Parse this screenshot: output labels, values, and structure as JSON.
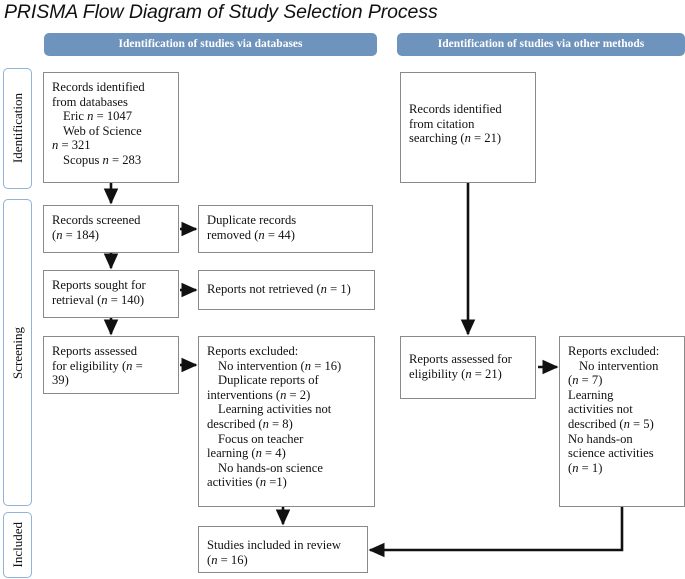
{
  "title": "PRISMA Flow Diagram of Study Selection Process",
  "colors": {
    "header_blue": "#6E93BC",
    "stage_border_blue": "#8FB3D9",
    "box_border": "#8a8a8a",
    "arrow": "#111111",
    "text": "#111111"
  },
  "headers": {
    "databases": "Identification of studies via databases",
    "other_methods": "Identification of studies via other methods"
  },
  "stages": {
    "identification": "Identification",
    "screening": "Screening",
    "included": "Included"
  },
  "boxes": {
    "records_identified": {
      "lines": [
        "Records identified",
        "from databases",
        "Eric n = 1047",
        "Web of Science",
        "n = 321",
        "Scopus n = 283"
      ]
    },
    "records_screened": {
      "lines": [
        "Records screened",
        "(n = 184)"
      ]
    },
    "duplicates_removed": {
      "lines": [
        "Duplicate records",
        "removed (n = 44)"
      ]
    },
    "reports_sought": {
      "lines": [
        "Reports sought for",
        "retrieval (n = 140)"
      ]
    },
    "reports_not_retrieved": {
      "lines": [
        "Reports not retrieved (n = 1)"
      ]
    },
    "reports_assessed_left": {
      "lines": [
        "Reports assessed",
        "for eligibility (n =",
        "39)"
      ]
    },
    "reports_excluded_left": {
      "heading": "Reports excluded:",
      "lines": [
        "No intervention (n = 16)",
        "Duplicate reports of",
        "interventions (n = 2)",
        "Learning activities not",
        "described (n = 8)",
        "Focus on teacher",
        "learning (n = 4)",
        "No hands-on science",
        "activities (n =1)"
      ]
    },
    "records_citation": {
      "lines": [
        "Records identified",
        "from citation",
        "searching (n = 21)"
      ]
    },
    "reports_assessed_right": {
      "lines": [
        "Reports assessed for",
        "eligibility (n = 21)"
      ]
    },
    "reports_excluded_right": {
      "heading": "Reports excluded:",
      "lines": [
        "No intervention",
        "(n = 7)",
        "Learning",
        "activities not",
        "described (n = 5)",
        "No hands-on",
        "science activities",
        "(n = 1)"
      ]
    },
    "studies_included": {
      "lines": [
        "Studies included in review",
        "(n = 16)"
      ]
    }
  }
}
